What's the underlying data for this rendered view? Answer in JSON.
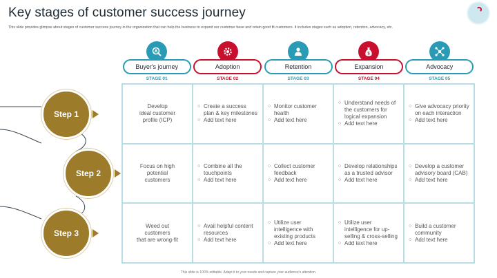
{
  "title": "Key stages of customer success journey",
  "description": "This slide provides glimpse about stages of customer success journey in the organization that can help the business to expand our customer base and retain good fit customers. It includes stages such as adoption, retention, advocacy, etc.",
  "footer": "This slide is 100% editable. Adapt it to your needs and capture your audience's attention.",
  "colors": {
    "teal": "#2a9bb5",
    "red": "#c8102e",
    "gold": "#9c7b2b"
  },
  "stages": [
    {
      "label": "Buyer's journey",
      "number": "STAGE 01",
      "icon": "search-user-icon",
      "color": "teal"
    },
    {
      "label": "Adoption",
      "number": "STAGE 02",
      "icon": "settings-gear-icon",
      "color": "red"
    },
    {
      "label": "Retention",
      "number": "STAGE 03",
      "icon": "user-loyalty-icon",
      "color": "teal"
    },
    {
      "label": "Expansion",
      "number": "STAGE 04",
      "icon": "money-bag-icon",
      "color": "red"
    },
    {
      "label": "Advocacy",
      "number": "STAGE 05",
      "icon": "network-icon",
      "color": "teal"
    }
  ],
  "steps": [
    {
      "label": "Step 1"
    },
    {
      "label": "Step 2"
    },
    {
      "label": "Step 3"
    }
  ],
  "rows": [
    {
      "cells": [
        {
          "type": "text",
          "lines": [
            "Develop",
            "ideal customer",
            "profile (ICP)"
          ]
        },
        {
          "type": "list",
          "items": [
            "Create a success plan & key milestones",
            "Add text here"
          ]
        },
        {
          "type": "list",
          "items": [
            "Monitor customer health",
            "Add text here"
          ]
        },
        {
          "type": "list",
          "items": [
            "Understand needs of the customers for logical expansion",
            "Add text here"
          ]
        },
        {
          "type": "list",
          "items": [
            "Give advocacy priority on each interaction",
            "Add text here"
          ]
        }
      ]
    },
    {
      "cells": [
        {
          "type": "text",
          "lines": [
            "Focus on high",
            "potential",
            "customers"
          ]
        },
        {
          "type": "list",
          "items": [
            "Combine all the touchpoints",
            "Add text here"
          ]
        },
        {
          "type": "list",
          "items": [
            "Collect customer feedback",
            "Add text here"
          ]
        },
        {
          "type": "list",
          "items": [
            "Develop relationships as a trusted advisor",
            "Add text here"
          ]
        },
        {
          "type": "list",
          "items": [
            "Develop a customer advisory board (CAB)",
            "Add text here"
          ]
        }
      ]
    },
    {
      "cells": [
        {
          "type": "text",
          "lines": [
            "Weed out",
            "customers",
            "that are wrong-fit"
          ]
        },
        {
          "type": "list",
          "items": [
            "Avail helpful content resources",
            "Add text here"
          ]
        },
        {
          "type": "list",
          "items": [
            "Utilize user intelligence with existing products",
            "Add text here"
          ]
        },
        {
          "type": "list",
          "items": [
            "Utilize user intelligence for up-selling & cross-selling",
            "Add text here"
          ]
        },
        {
          "type": "list",
          "items": [
            "Build a customer community",
            "Add text here"
          ]
        }
      ]
    }
  ]
}
